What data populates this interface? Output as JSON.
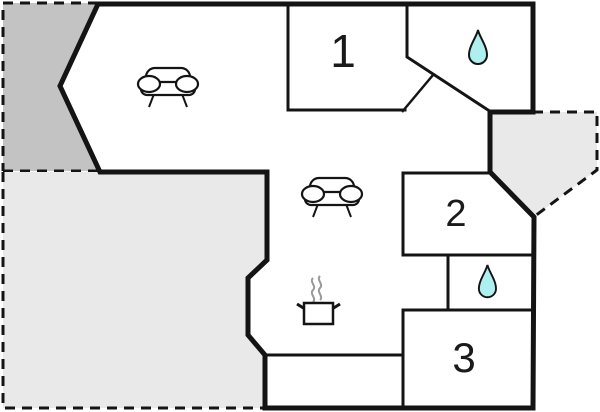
{
  "diagram": {
    "kind": "floor-plan",
    "rooms": [
      {
        "label": "1"
      },
      {
        "label": "2"
      },
      {
        "label": "3"
      }
    ],
    "icons": [
      {
        "name": "sofa-icon",
        "meaning": "seating / living area",
        "count": 2
      },
      {
        "name": "water-drop-icon",
        "meaning": "bathroom / water",
        "count": 2
      },
      {
        "name": "cooking-pot-icon",
        "meaning": "kitchen / stove",
        "count": 1
      }
    ],
    "colors": {
      "wall": "#141414",
      "background": "#ffffff",
      "terrace_dark": "#c3c3c3",
      "terrace_light": "#e9e9e9",
      "water_drop_fill": "#aeeff0",
      "steam": "#999999"
    }
  }
}
